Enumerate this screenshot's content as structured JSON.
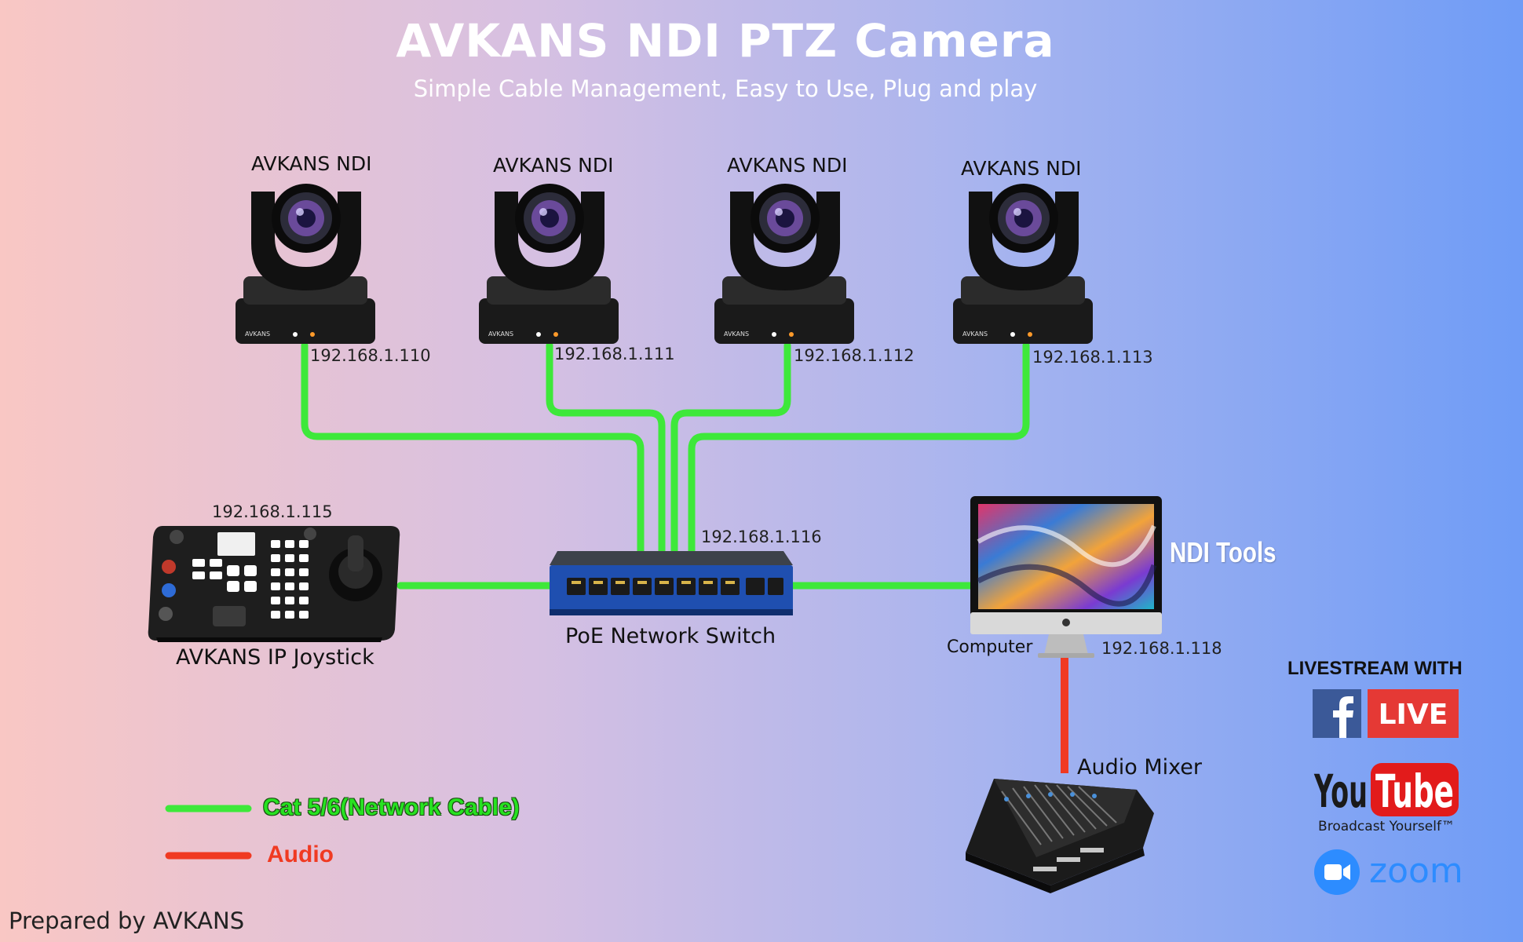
{
  "header": {
    "title": "AVKANS NDI PTZ Camera",
    "subtitle": "Simple Cable Management, Easy to Use, Plug and play"
  },
  "cameras": [
    {
      "label": "AVKANS NDI",
      "ip": "192.168.1.110"
    },
    {
      "label": "AVKANS NDI",
      "ip": "192.168.1.111"
    },
    {
      "label": "AVKANS NDI",
      "ip": "192.168.1.112"
    },
    {
      "label": "AVKANS NDI",
      "ip": "192.168.1.113"
    }
  ],
  "joystick": {
    "label": "AVKANS IP Joystick",
    "ip": "192.168.1.115",
    "brand": "AVKANS"
  },
  "switch": {
    "label": "PoE Network Switch",
    "ip": "192.168.1.116"
  },
  "computer": {
    "label": "Computer",
    "ip": "192.168.1.118",
    "software": "NDI Tools"
  },
  "mixer": {
    "label": "Audio Mixer"
  },
  "legend": [
    {
      "label": "Cat 5/6(Network Cable)",
      "color": "#3ee83a"
    },
    {
      "label": "Audio",
      "color": "#f03a22"
    }
  ],
  "livestream": {
    "heading": "LIVESTREAM WITH",
    "facebook_live": "LIVE",
    "youtube_you": "You",
    "youtube_tube": "Tube",
    "youtube_tagline": "Broadcast Yourself™",
    "zoom": "zoom"
  },
  "camera_brand_badge": "AVKANS",
  "footer": "Prepared by AVKANS",
  "colors": {
    "network_cable": "#3ee83a",
    "audio_cable": "#f03a22",
    "title": "#ffffff"
  }
}
